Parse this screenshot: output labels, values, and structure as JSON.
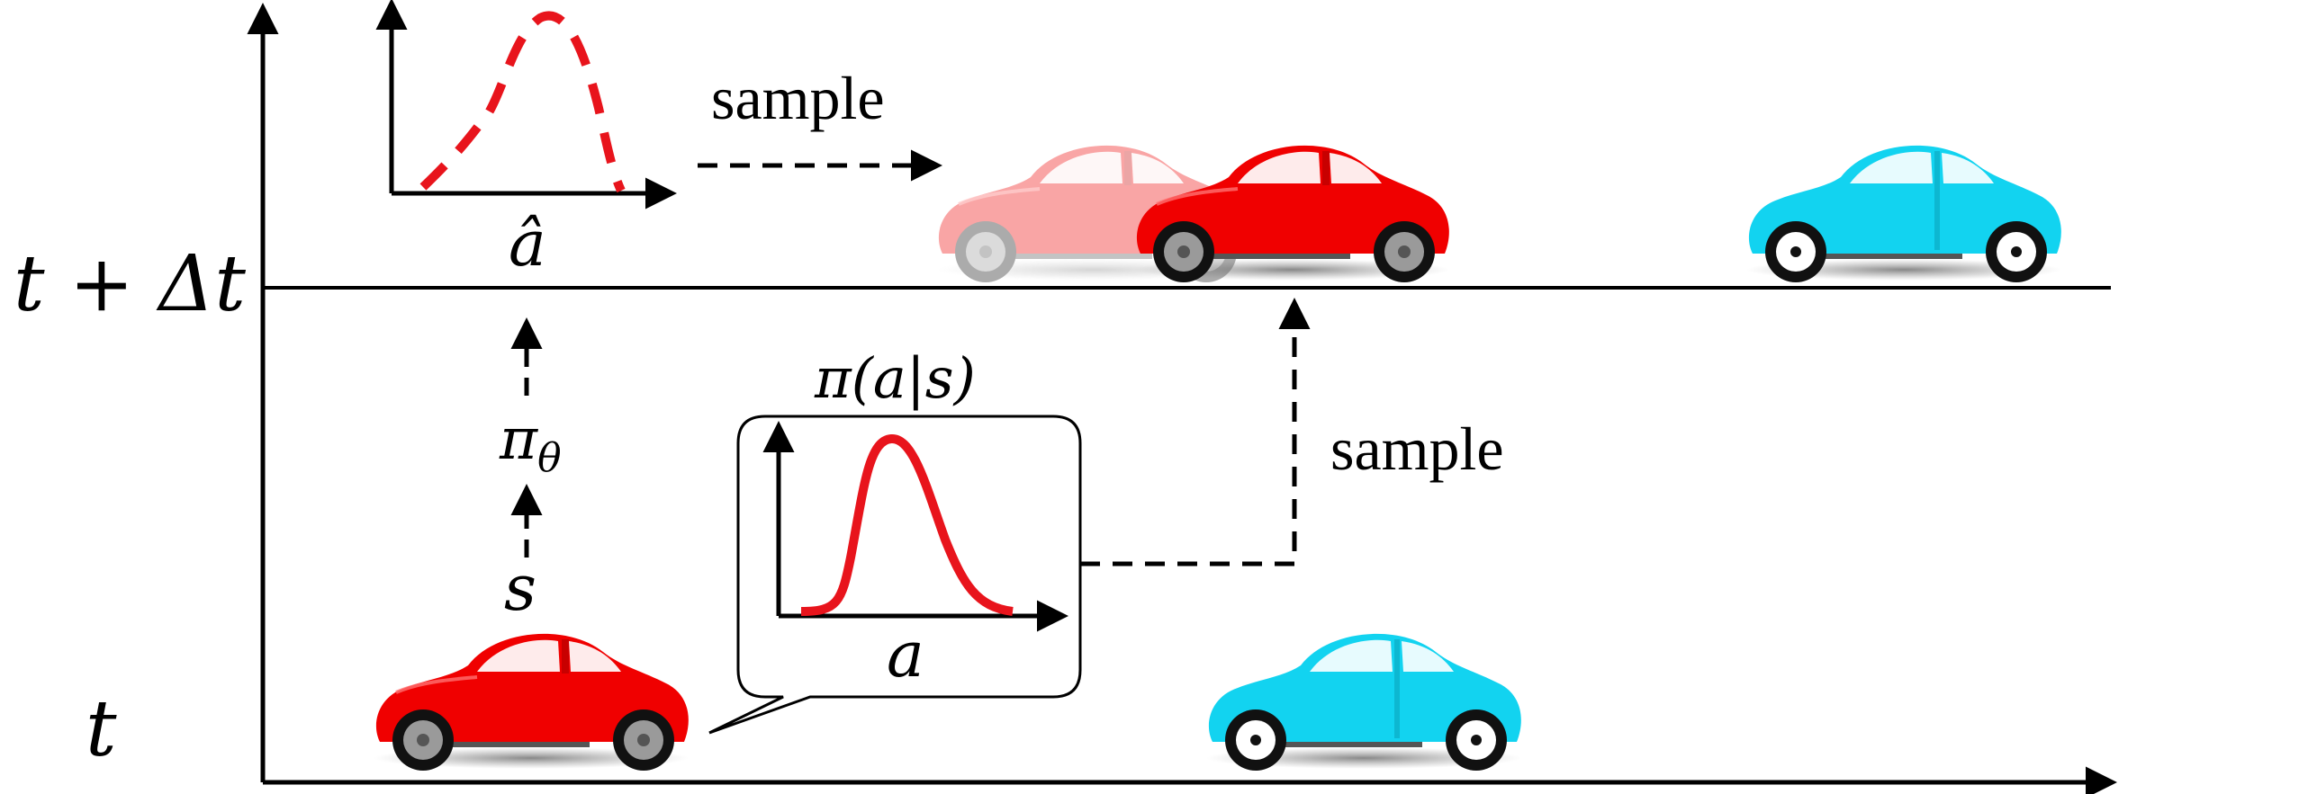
{
  "labels": {
    "t_plus_dt": "t + Δt",
    "t": "t",
    "a_hat": "â",
    "sample_top": "sample",
    "sample_right": "sample",
    "pi_theta": "π",
    "pi_theta_sub": "θ",
    "s": "s",
    "policy": "π(a|s)",
    "a": "a"
  },
  "colors": {
    "ego_car": "#f00000",
    "ghost_car": "#f6a3a3",
    "other_car": "#12d3f0",
    "curve": "#e8141c",
    "line": "#000000"
  },
  "icons": {
    "ego_car_t": "red-car-icon",
    "ego_car_t_dt": "red-car-icon",
    "ghost_car": "faded-red-car-icon",
    "other_car_t": "cyan-car-icon",
    "other_car_t_dt": "cyan-car-icon"
  }
}
